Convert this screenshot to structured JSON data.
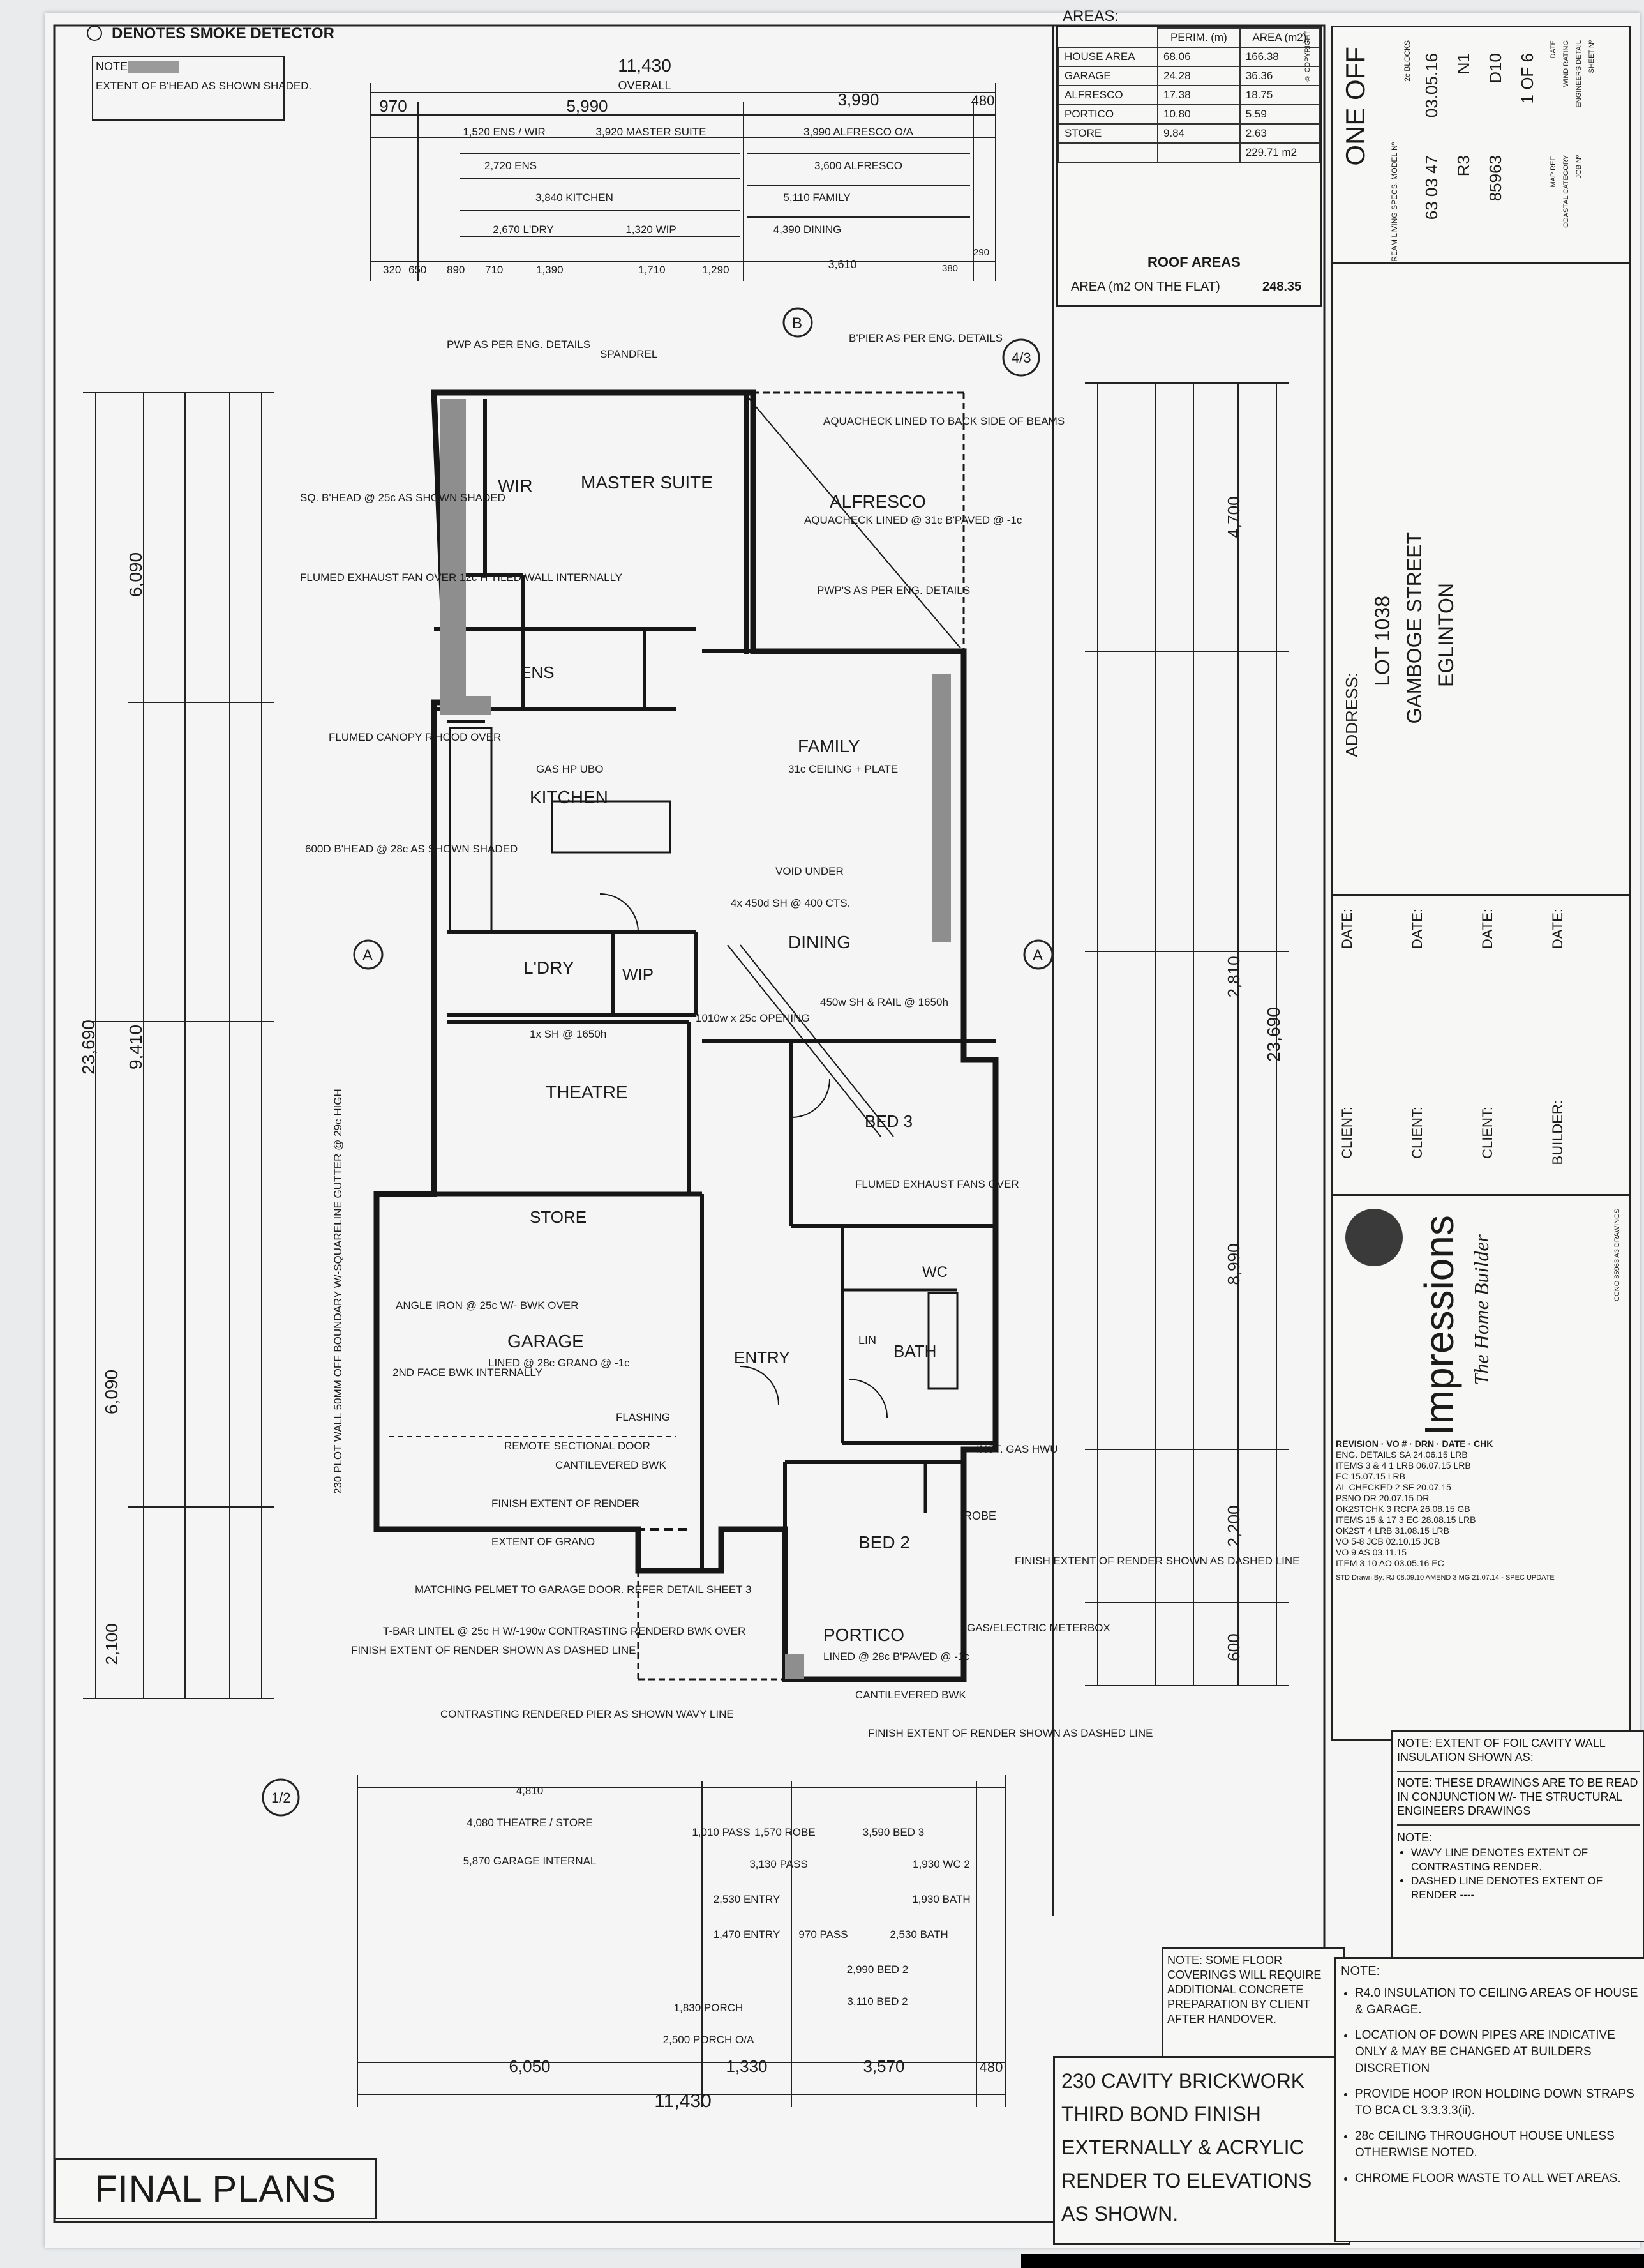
{
  "legend": {
    "smoke_detector": "DENOTES SMOKE DETECTOR",
    "note_label": "NOTE:",
    "note_text": "EXTENT OF B'HEAD AS SHOWN SHADED."
  },
  "areas_table": {
    "title": "AREAS:",
    "headers": [
      "",
      "PERIM. (m)",
      "AREA (m2)"
    ],
    "rows": [
      [
        "HOUSE AREA",
        "68.06",
        "166.38"
      ],
      [
        "GARAGE",
        "24.28",
        "36.36"
      ],
      [
        "ALFRESCO",
        "17.38",
        "18.75"
      ],
      [
        "PORTICO",
        "10.80",
        "5.59"
      ],
      [
        "STORE",
        "9.84",
        "2.63"
      ]
    ],
    "total": "229.71 m2",
    "roof_title": "ROOF AREAS",
    "roof_label": "AREA (m2 ON THE FLAT)",
    "roof_value": "248.35",
    "copyright": "© COPYRIGHT"
  },
  "title_block": {
    "one_off": "ONE OFF",
    "model_label": "NEW DREAM LIVING SPECS. MODEL Nº",
    "blocks": "2c BLOCKS",
    "date_label": "DATE",
    "date": "03.05.16",
    "wind_label": "WIND RATING",
    "wind": "N1",
    "eng_label": "ENGINEERS DETAIL",
    "eng": "D10",
    "sheet_label": "SHEET Nº",
    "sheet": "1 OF 6",
    "map_label": "MAP REF.",
    "map": "63 03 47",
    "coastal_label": "COASTAL CATEGORY",
    "coastal": "R3",
    "job_label": "JOB Nº",
    "job": "85963",
    "address_label": "ADDRESS:",
    "address_lines": [
      "LOT 1038",
      "GAMBOGE STREET",
      "EGLINTON"
    ],
    "client_label": "CLIENT:",
    "builder_label": "BUILDER:",
    "date_sign_label": "DATE:",
    "company": "Impressions",
    "company_sub": "The Home Builder",
    "company_details": "CCNO 85963 A3 DRAWINGS",
    "revisions_header": [
      "REVISION",
      "VO #",
      "DRN",
      "DATE",
      "CHK"
    ],
    "revisions": [
      [
        "ENG. DETAILS",
        "",
        "SA",
        "24.06.15",
        "LRB"
      ],
      [
        "ITEMS 3 & 4",
        "1",
        "LRB",
        "06.07.15",
        "LRB"
      ],
      [
        "",
        "",
        "EC",
        "15.07.15",
        "LRB"
      ],
      [
        "AL CHECKED",
        "2",
        "SF",
        "20.07.15",
        ""
      ],
      [
        "PSNO",
        "",
        "DR",
        "20.07.15",
        "DR"
      ],
      [
        "OK2STCHK",
        "3",
        "RCPA",
        "26.08.15",
        "GB"
      ],
      [
        "ITEMS 15 & 17",
        "3",
        "EC",
        "28.08.15",
        "LRB"
      ],
      [
        "OK2ST",
        "4",
        "LRB",
        "31.08.15",
        "LRB"
      ],
      [
        "VO",
        "5-8",
        "JCB",
        "02.10.15",
        "JCB"
      ],
      [
        "VO",
        "9",
        "AS",
        "03.11.15",
        ""
      ],
      [
        "ITEM 3",
        "10",
        "AO",
        "03.05.16",
        "EC"
      ]
    ],
    "std_drawn": "STD Drawn By: RJ 08.09.10 AMEND 3 MG 21.07.14 - SPEC UPDATE"
  },
  "notes_right": {
    "foil_note": "NOTE: EXTENT OF FOIL CAVITY WALL INSULATION SHOWN AS:",
    "read_note": "NOTE: THESE DRAWINGS ARE TO BE READ IN CONJUNCTION W/- THE STRUCTURAL ENGINEERS DRAWINGS",
    "note_label": "NOTE:",
    "items": [
      "WAVY LINE DENOTES EXTENT OF CONTRASTING RENDER.",
      "DASHED LINE DENOTES EXTENT OF RENDER ----"
    ]
  },
  "notes_bottom": {
    "floor_note": "NOTE: SOME FLOOR COVERINGS WILL REQUIRE ADDITIONAL CONCRETE PREPARATION BY CLIENT AFTER HANDOVER.",
    "brickwork": "230 CAVITY BRICKWORK THIRD BOND FINISH EXTERNALLY & ACRYLIC RENDER TO ELEVATIONS AS SHOWN.",
    "note_label": "NOTE:",
    "items": [
      "R4.0 INSULATION TO CEILING AREAS OF HOUSE & GARAGE.",
      "LOCATION OF DOWN PIPES ARE INDICATIVE ONLY & MAY BE CHANGED AT BUILDERS DISCRETION",
      "PROVIDE HOOP IRON HOLDING DOWN STRAPS TO BCA CL 3.3.3.3(ii).",
      "28c CEILING THROUGHOUT HOUSE UNLESS OTHERWISE NOTED.",
      "CHROME FLOOR WASTE TO ALL WET AREAS."
    ],
    "final_plans": "FINAL PLANS"
  },
  "rooms": {
    "wir": "WIR",
    "master": "MASTER SUITE",
    "alfresco": "ALFRESCO",
    "ens": "ENS",
    "family": "FAMILY",
    "kitchen": "KITCHEN",
    "ldry": "L'DRY",
    "wip": "WIP",
    "dining": "DINING",
    "theatre": "THEATRE",
    "bed3": "BED 3",
    "store": "STORE",
    "garage": "GARAGE",
    "entry": "ENTRY",
    "bath": "BATH",
    "wc": "WC",
    "bed2": "BED 2",
    "portico": "PORTICO",
    "robe": "ROBE",
    "lin": "LIN"
  },
  "dimensions": {
    "overall_top": "11,430",
    "overall_label": "OVERALL",
    "top_row1": [
      "970",
      "5,990",
      "3,990",
      "480"
    ],
    "top_labels": [
      "1,520 ENS / WIR",
      "3,920 MASTER SUITE",
      "2,720 ENS",
      "3,990 ALFRESCO O/A",
      "3,600 ALFRESCO",
      "5,110 FAMILY",
      "3,840 KITCHEN",
      "2,670 L'DRY",
      "1,320 WIP",
      "4,390 DINING",
      "3,610"
    ],
    "top_row_bottom": [
      "320",
      "650",
      "890",
      "710",
      "1,390",
      "1,710",
      "1,290",
      "380",
      "290"
    ],
    "left_overall": "23,690",
    "left_9410": "9,410",
    "left_6090a": "6,090",
    "left_6090b": "6,090",
    "left_2100": "2,100",
    "right_overall": "23,690",
    "right_4700": "4,700",
    "right_2810": "2,810",
    "right_8990": "8,990",
    "right_2200": "2,200",
    "right_600": "600",
    "bottom_overall": "11,430",
    "bottom_row": [
      "6,050",
      "1,330",
      "3,570",
      "480"
    ],
    "bottom_labels": [
      "4,810",
      "4,080 THEATRE / STORE",
      "5,870 GARAGE INTERNAL",
      "1,010 PASS",
      "1,570 ROBE",
      "3,590 BED 3",
      "3,130 PASS",
      "1,930 WC 2",
      "2,530 ENTRY",
      "1,930 BATH",
      "1,470 ENTRY",
      "970 PASS",
      "2,530 BATH",
      "2,990 BED 2",
      "3,110 BED 2",
      "1,830 PORCH",
      "2,500 PORCH O/A"
    ]
  },
  "annotations": [
    "PWP AS PER ENG. DETAILS",
    "SPANDREL",
    "B'PIER AS PER ENG. DETAILS",
    "AQUACHECK LINED TO BACK SIDE OF BEAMS",
    "AQUACHECK LINED @ 31c B'PAVED @ -1c",
    "PWP'S AS PER ENG. DETAILS",
    "SQ. B'HEAD @ 25c AS SHOWN SHADED",
    "FLUMED EXHAUST FAN OVER 12c H TILED WALL INTERNALLY",
    "FLUMED CANOPY R'HOOD OVER",
    "GAS HP UBO",
    "600D B'HEAD @ 28c AS SHOWN SHADED",
    "31c CEILING + PLATE",
    "VOID UNDER",
    "4x 450d SH @ 400 CTS.",
    "450w SH & RAIL @ 1650h",
    "1x SH @ 1650h",
    "FLUMED EXHAUST FANS OVER",
    "ANGLE IRON @ 25c W/- BWK OVER",
    "LINED @ 28c GRANO @ -1c",
    "2ND FACE BWK INTERNALLY",
    "REMOTE SECTIONAL DOOR",
    "CANTILEVERED BWK",
    "FINISH EXTENT OF RENDER",
    "EXTENT OF GRANO",
    "MATCHING PELMET TO GARAGE DOOR. REFER DETAIL SHEET 3",
    "T-BAR LINTEL @ 25c H W/-190w CONTRASTING RENDERD BWK OVER",
    "CONTRASTING RENDERED PIER AS SHOWN WAVY LINE",
    "CANTILEVERED BWK",
    "FINISH EXTENT OF RENDER SHOWN AS DASHED LINE",
    "INST. GAS HWU",
    "GAS/ELECTRIC METERBOX",
    "FINISH EXTENT OF RENDER SHOWN AS DASHED LINE",
    "LINED @ 28c B'PAVED @ -1c",
    "230 PLOT WALL 50MM OFF BOUNDARY W/-SQUARELINE GUTTER @ 29c HIGH",
    "FINISH EXTENT OF RENDER SHOWN AS DASHED LINE",
    "FLASHING",
    "1010w x 25c OPENING"
  ]
}
